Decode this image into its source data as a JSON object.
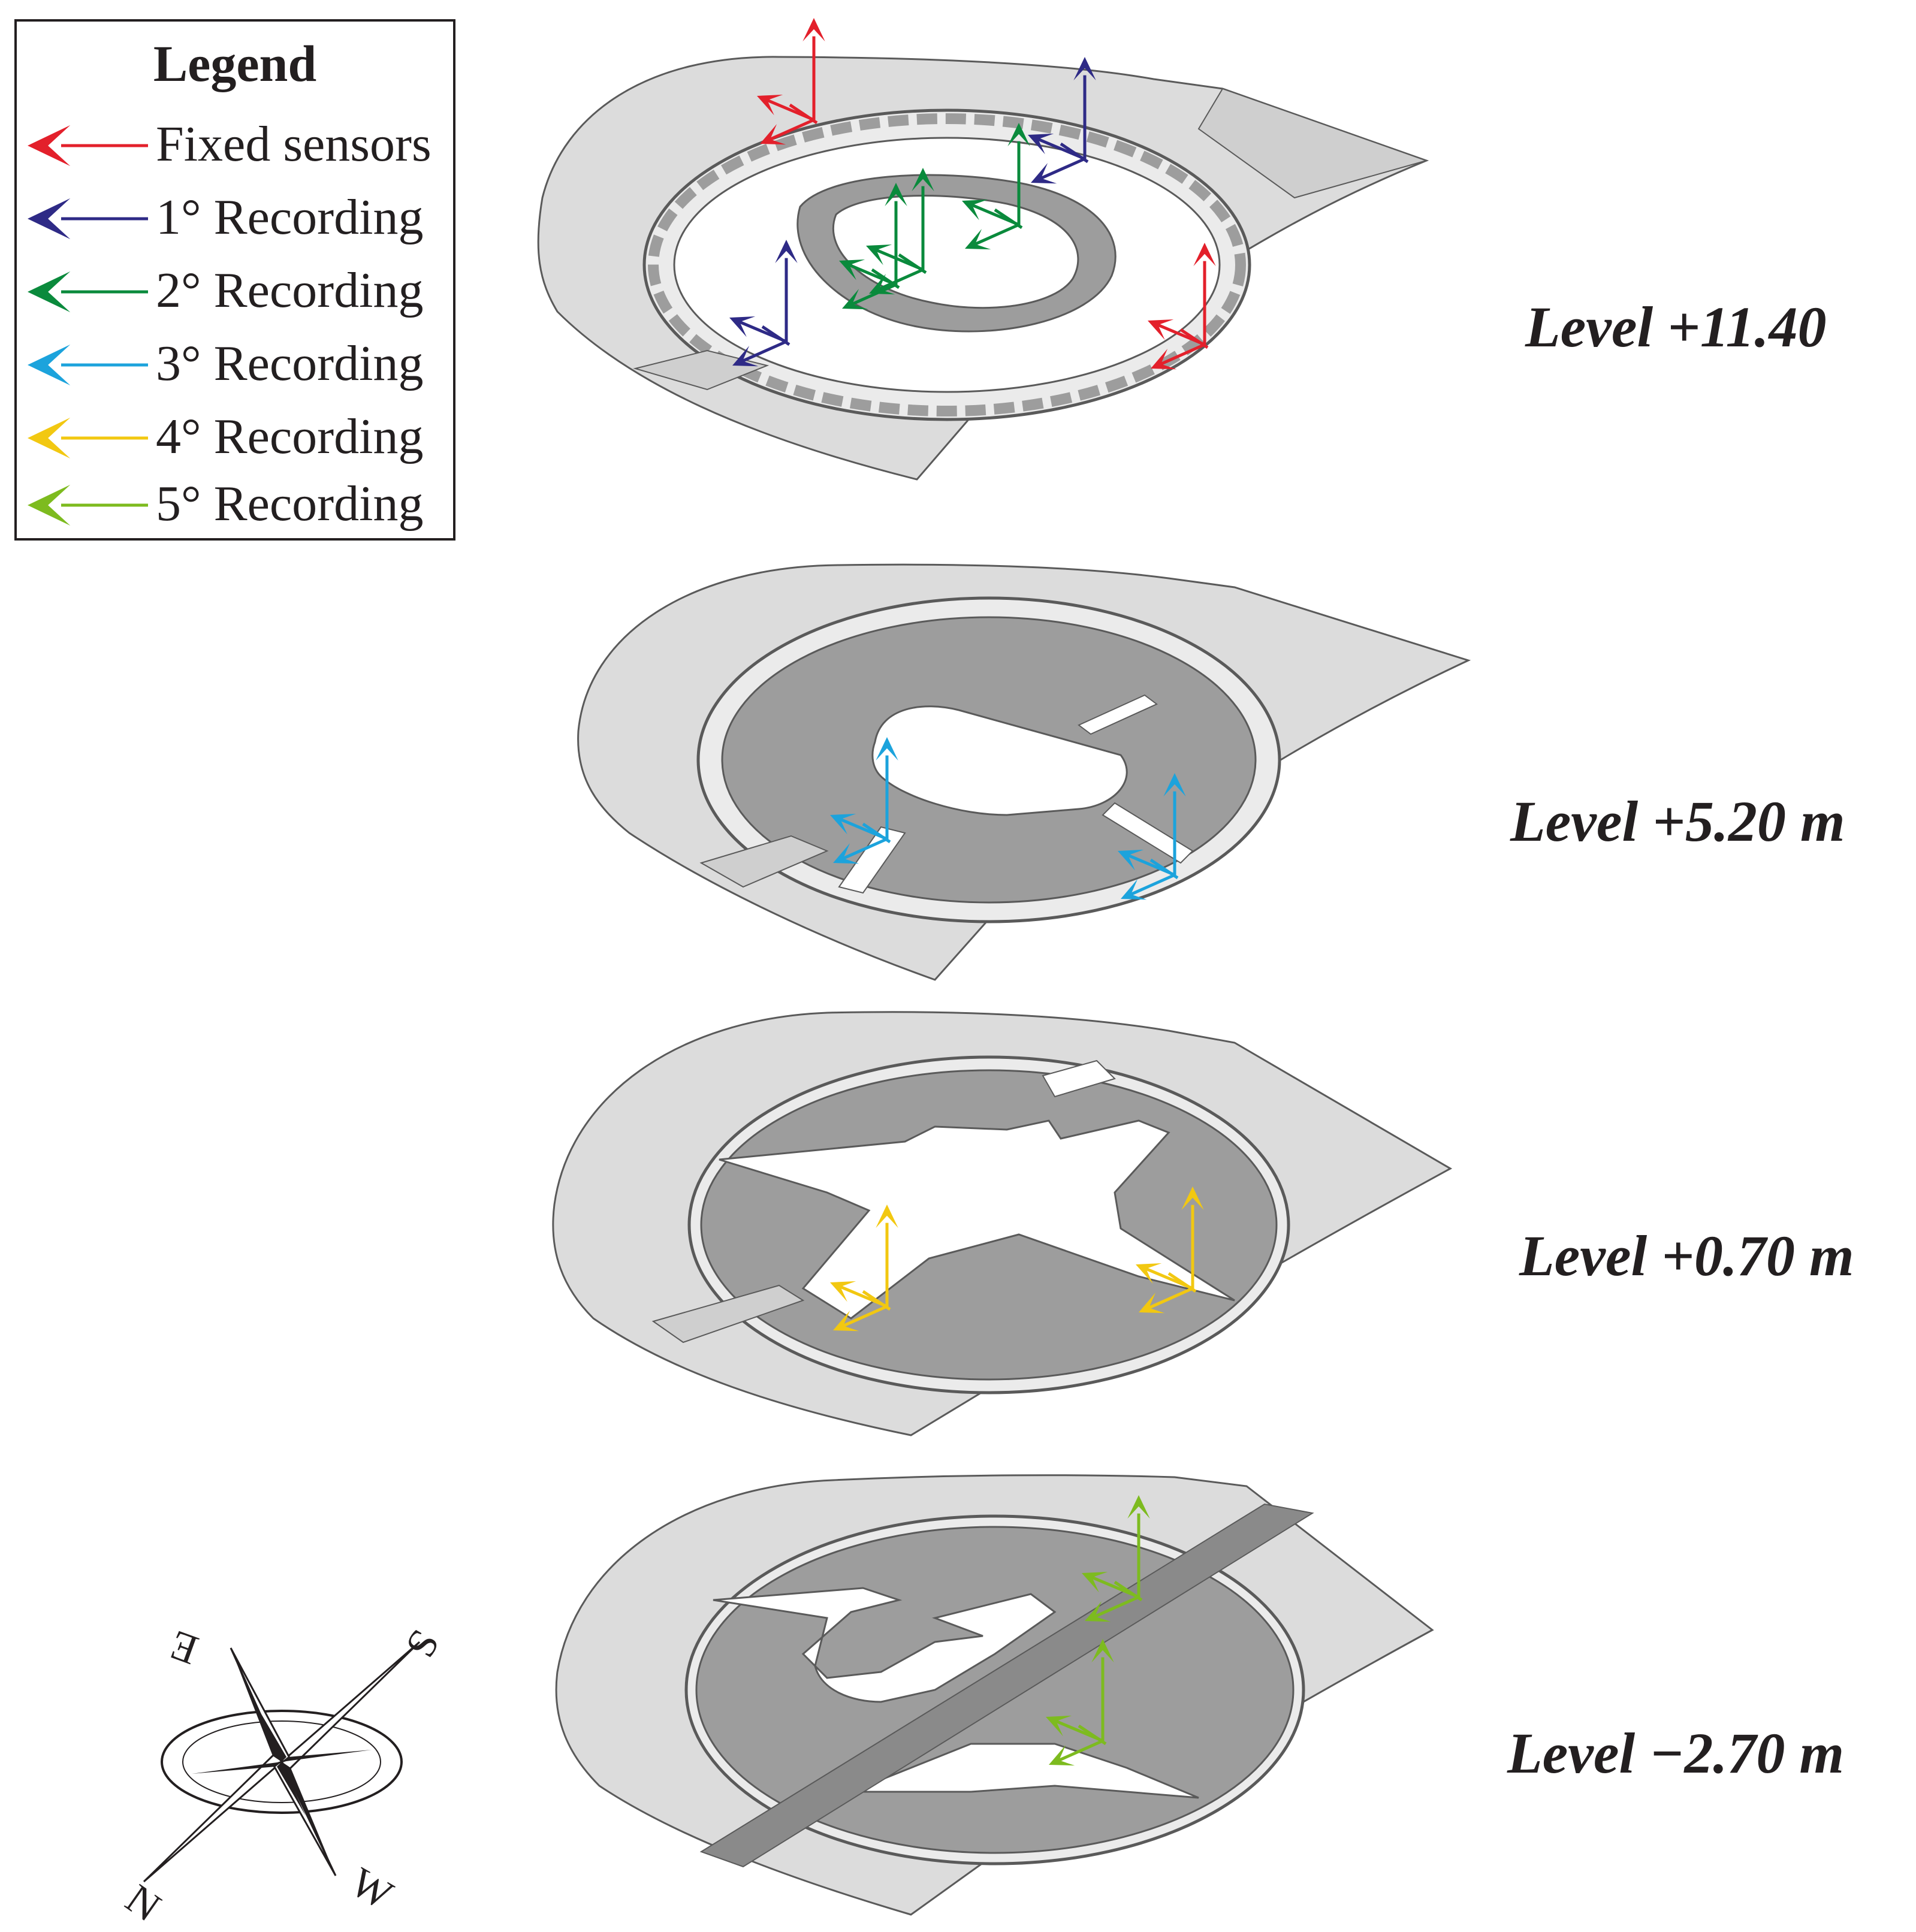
{
  "legend": {
    "title": "Legend",
    "items": [
      {
        "label": "Fixed sensors",
        "color": "#e3202b"
      },
      {
        "label": "1° Recording",
        "color": "#2e2a86"
      },
      {
        "label": "2° Recording",
        "color": "#0a8a3c"
      },
      {
        "label": "3° Recording",
        "color": "#1ca3dc"
      },
      {
        "label": "4° Recording",
        "color": "#f2c811"
      },
      {
        "label": "5° Recording",
        "color": "#7dbb1f"
      }
    ]
  },
  "levels": [
    {
      "label": "Level +11.40"
    },
    {
      "label": "Level +5.20 m"
    },
    {
      "label": "Level +0.70 m"
    },
    {
      "label": "Level −2.70 m"
    }
  ],
  "compass": {
    "n": "N",
    "e": "E",
    "s": "S",
    "w": "W"
  },
  "colors": {
    "outer_terrace": "#dcdcdc",
    "floor_dark": "#9d9d9d",
    "outline": "#5a5a5a",
    "void": "#ffffff"
  }
}
